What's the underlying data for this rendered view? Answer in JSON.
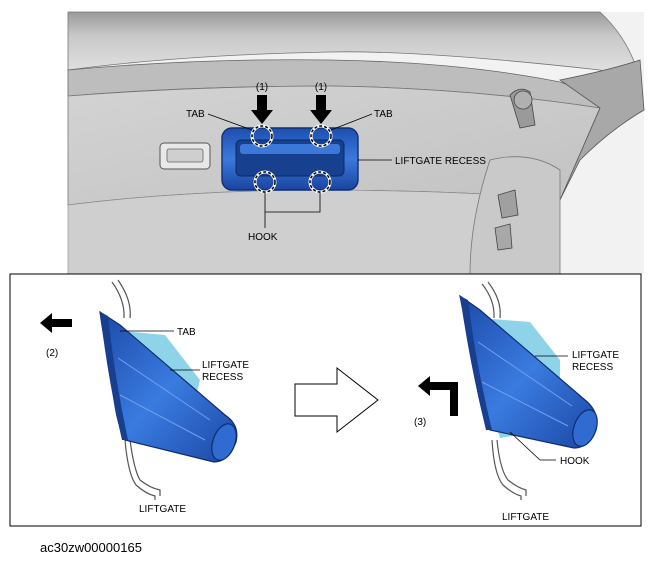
{
  "top_view": {
    "callout_1_left": "(1)",
    "callout_1_right": "(1)",
    "tab_left": "TAB",
    "tab_right": "TAB",
    "liftgate_recess": "LIFTGATE RECESS",
    "hook": "HOOK"
  },
  "left_detail": {
    "step": "(2)",
    "tab": "TAB",
    "recess_line1": "LIFTGATE",
    "recess_line2": "RECESS",
    "liftgate": "LIFTGATE"
  },
  "right_detail": {
    "step": "(3)",
    "recess_line1": "LIFTGATE",
    "recess_line2": "RECESS",
    "hook": "HOOK",
    "liftgate": "LIFTGATE"
  },
  "reference_id": "ac30zw00000165",
  "colors": {
    "part_blue": "#2a62c8",
    "part_dark": "#173e8f",
    "recess_cyan": "#8fd3e8",
    "panel_gray": "#d7d7d7"
  }
}
